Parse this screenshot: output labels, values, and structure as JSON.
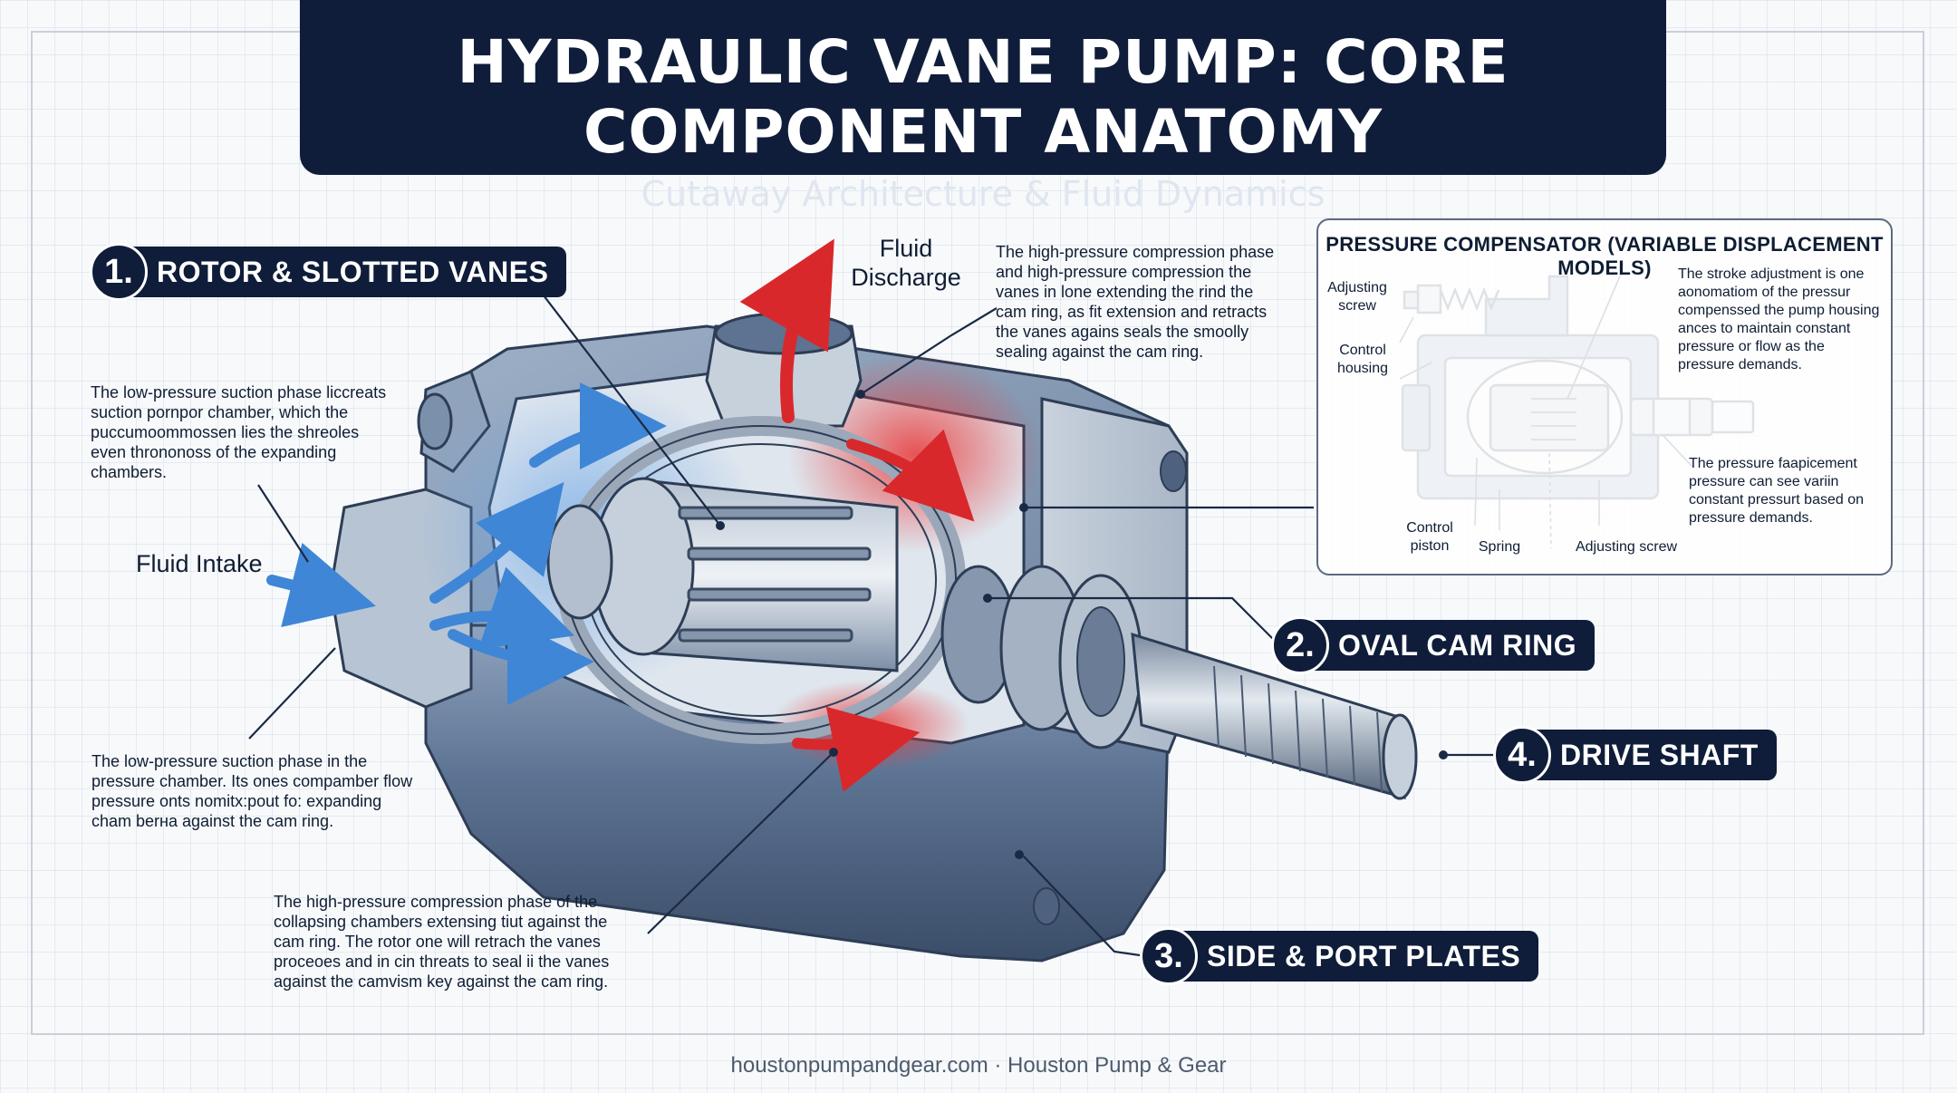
{
  "header": {
    "title": "HYDRAULIC VANE PUMP: CORE COMPONENT ANATOMY",
    "subtitle": "Cutaway Architecture & Fluid Dynamics"
  },
  "callouts": [
    {
      "num": "1.",
      "label": "ROTOR & SLOTTED VANES"
    },
    {
      "num": "2.",
      "label": "OVAL CAM RING"
    },
    {
      "num": "3.",
      "label": "SIDE & PORT PLATES"
    },
    {
      "num": "4.",
      "label": "DRIVE SHAFT"
    }
  ],
  "flow_labels": {
    "discharge_line1": "Fluid",
    "discharge_line2": "Discharge",
    "intake": "Fluid Intake"
  },
  "notes": {
    "top_center": [
      "The high-pressure compression phase",
      "and high-pressure compression the",
      "vanes in lone extending the rind the",
      "cam ring, as fit extension and retracts",
      "the vanes agains seals the smoolly",
      "sealing against the cam ring."
    ],
    "left_upper": [
      "The low-pressure suction phase liccreats",
      "suction pornpor chamber, which the",
      "puccumoommossen lies the shreoles",
      "even thrononoss of the expanding",
      "chambers."
    ],
    "left_lower": [
      "The low-pressure suction phase in the",
      "pressure chamber. Its ones compamber flow",
      "pressure onts nomitx:pout fo: expanding",
      "cham berна against the cam ring."
    ],
    "bottom_center": [
      "The high-pressure compression phase of the",
      "collapsing chambers extensing tiut against the",
      "cam ring. The rotor one will retrach the vanes",
      "proceoes and in cin threats to seal ii the vanes",
      "against the camvism key against the cam ring."
    ]
  },
  "panel": {
    "title": "PRESSURE COMPENSATOR (VARIABLE DISPLACEMENT MODELS)",
    "labels": {
      "adjusting_screw_top_1": "Adjusting",
      "adjusting_screw_top_2": "screw",
      "control_housing_1": "Control",
      "control_housing_2": "housing",
      "control_piston_1": "Control",
      "control_piston_2": "piston",
      "spring": "Spring",
      "adjusting_screw_bottom": "Adjusting screw"
    },
    "note_upper": [
      "The stroke adjustment is one",
      "aonomatiom of the pressur",
      "compenssed the pump housing",
      "ances to maintain constant",
      "pressure or flow as the",
      "pressure demands."
    ],
    "note_lower": [
      "The pressure faapicement",
      "pressure can see variin",
      "constant pressurt based on",
      "pressure demands."
    ]
  },
  "footer": {
    "site": "houstonpumpandgear.com",
    "separator": "·",
    "company": "Houston Pump & Gear"
  },
  "colors": {
    "navy": "#0f1d3a",
    "steel": "#6d819d",
    "suction_blue": "#3f86d6",
    "pressure_red": "#d9282b"
  }
}
